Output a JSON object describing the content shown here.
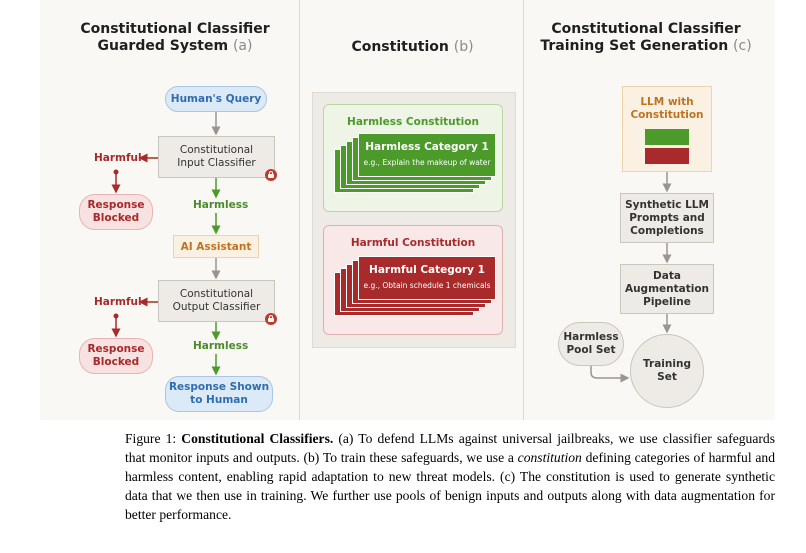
{
  "panel_a": {
    "title_line1": "Constitutional Classifier",
    "title_line2": "Guarded System",
    "title_tag": "(a)",
    "query": "Human's Query",
    "input_classifier_l1": "Constitutional",
    "input_classifier_l2": "Input Classifier",
    "harmful_1": "Harmful",
    "blocked_1_l1": "Response",
    "blocked_1_l2": "Blocked",
    "harmless_1": "Harmless",
    "assistant": "AI Assistant",
    "output_classifier_l1": "Constitutional",
    "output_classifier_l2": "Output Classifier",
    "harmful_2": "Harmful",
    "blocked_2_l1": "Response",
    "blocked_2_l2": "Blocked",
    "harmless_2": "Harmless",
    "shown_l1": "Response Shown",
    "shown_l2": "to Human"
  },
  "panel_b": {
    "title": "Constitution",
    "title_tag": "(b)",
    "harmless_constitution": "Harmless Constitution",
    "harmless_category": "Harmless Category 1",
    "harmless_example": "e.g., Explain the makeup of water",
    "harmful_constitution": "Harmful Constitution",
    "harmful_category": "Harmful Category 1",
    "harmful_example": "e.g., Obtain schedule 1 chemicals"
  },
  "panel_c": {
    "title_line1": "Constitutional Classifier",
    "title_line2": "Training Set Generation",
    "title_tag": "(c)",
    "llm_l1": "LLM with",
    "llm_l2": "Constitution",
    "synthetic_l1": "Synthetic LLM",
    "synthetic_l2": "Prompts and",
    "synthetic_l3": "Completions",
    "augment_l1": "Data",
    "augment_l2": "Augmentation",
    "augment_l3": "Pipeline",
    "pool_l1": "Harmless",
    "pool_l2": "Pool Set",
    "training_l1": "Training",
    "training_l2": "Set"
  },
  "caption": {
    "prefix": "Figure 1: ",
    "bold": "Constitutional Classifiers.",
    "part1": " (a) To defend LLMs against universal jailbreaks, we use classifier safeguards that monitor inputs and outputs.  (b) To train these safeguards, we use a ",
    "italic": "constitution",
    "part2": " defining categories of harmful and harmless content, enabling rapid adaptation to new threat models. (c) The constitution is used to generate synthetic data that we then use in training. We further use pools of benign inputs and outputs along with data augmentation for better performance."
  },
  "colors": {
    "harmless_green": "#4c9a2a",
    "harmful_red": "#a82a2a",
    "query_blue": "#2f6cb0",
    "assistant_orange": "#c0731f"
  },
  "icons": [
    "lock-icon",
    "arrow-down-icon",
    "arrow-left-icon"
  ]
}
